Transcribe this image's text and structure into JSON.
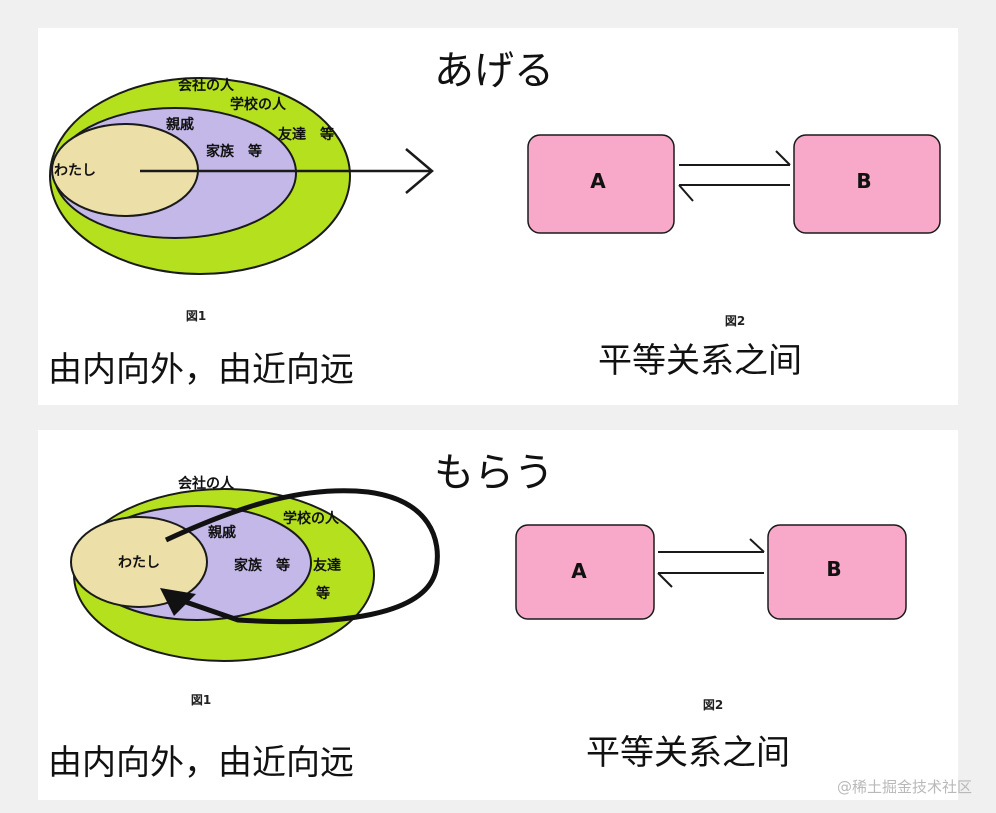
{
  "top": {
    "title": "あげる",
    "sets": {
      "outer": "会社の人",
      "outer2": "学校の人",
      "middle": "親戚",
      "middle2": "家族　等",
      "friends": "友達　等",
      "inner": "わたし"
    },
    "box_a": "A",
    "box_b": "B",
    "fig1": "図1",
    "fig2": "図2",
    "caption_left": "由内向外，由近向远",
    "caption_right": "平等关系之间"
  },
  "bottom": {
    "title": "もらう",
    "sets": {
      "outer": "会社の人",
      "middle": "親戚",
      "middle2": "家族　等",
      "school": "学校の人",
      "friends": "友達",
      "etc": "等",
      "inner": "わたし"
    },
    "box_a": "A",
    "box_b": "B",
    "fig1": "図1",
    "fig2": "図2",
    "caption_left": "由内向外，由近向远",
    "caption_right": "平等关系之间"
  },
  "watermark": "@稀土掘金技术社区",
  "colors": {
    "outer_fill": "#b4e01e",
    "middle_fill": "#c4b8e8",
    "inner_fill": "#ecdfa8",
    "box_fill": "#f8a8c8",
    "stroke": "#1a1a1a"
  }
}
